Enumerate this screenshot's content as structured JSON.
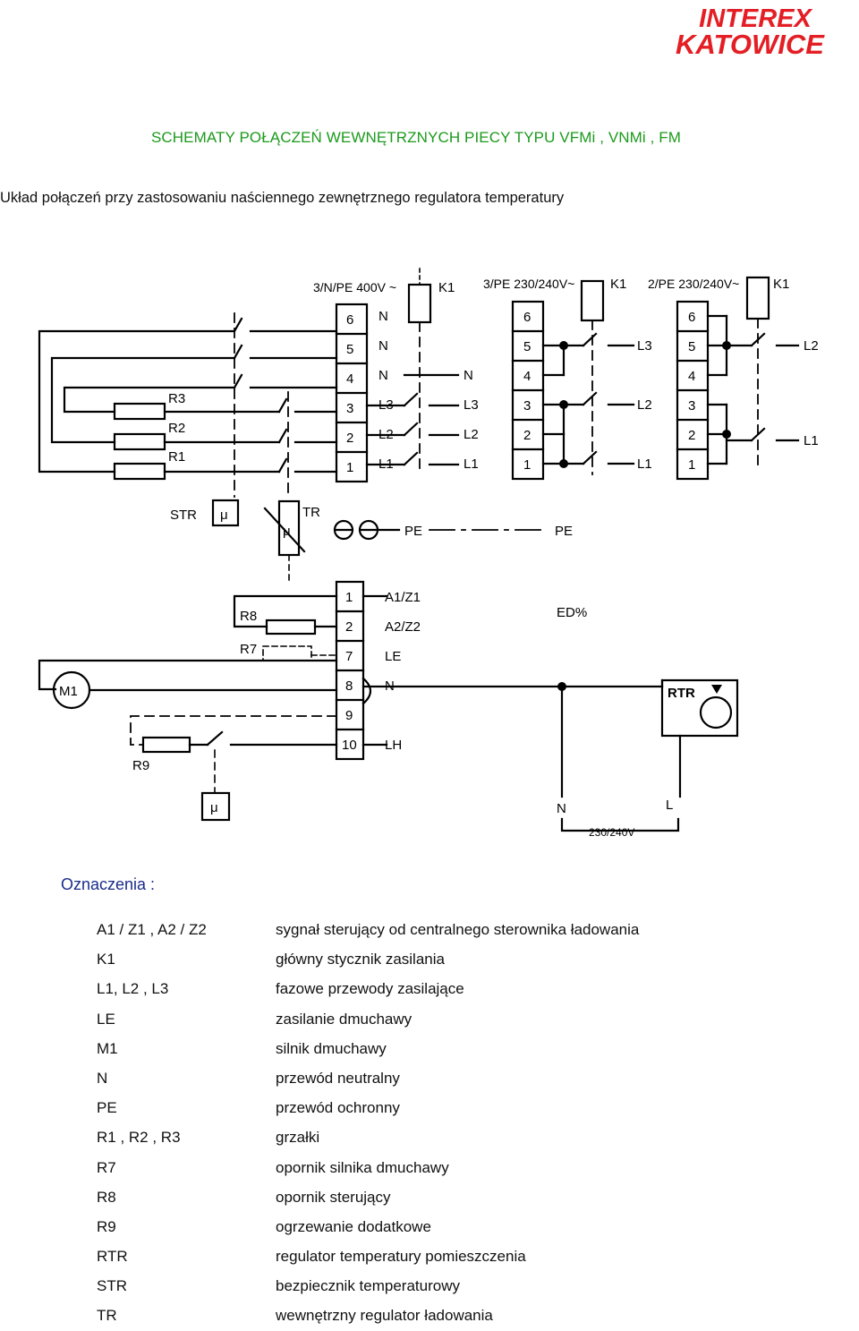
{
  "logo": {
    "line1": "INTEREX",
    "line2": "KATOWICE",
    "color": "#e31e24"
  },
  "header": {
    "title": "SCHEMATY  POŁĄCZEŃ  WEWNĘTRZNYCH  PIECY  TYPU  VFMi , VNMi , FM",
    "subtitle": "Układ połączeń przy zastosowaniu naściennego zewnętrznego regulatora temperatury"
  },
  "diagram": {
    "supply_400": "3/N/PE 400V ~",
    "supply_230_3": "3/PE 230/240V~",
    "supply_230_2": "2/PE 230/240V~",
    "contactor": "K1",
    "terminals_main": [
      "6",
      "5",
      "4",
      "3",
      "2",
      "1"
    ],
    "main_right_labels": [
      "N",
      "N",
      "N",
      "L3",
      "L2",
      "L1"
    ],
    "line_labels": [
      "N",
      "L3",
      "L2",
      "L1"
    ],
    "block2_labels": [
      "L3",
      "L2",
      "L1"
    ],
    "block3_labels": [
      "L2",
      "L1"
    ],
    "heaters": [
      "R3",
      "R2",
      "R1"
    ],
    "str": "STR",
    "tr": "TR",
    "mu": "μ",
    "pe": "PE",
    "control_terminals": [
      "1",
      "2",
      "7",
      "8",
      "9",
      "10"
    ],
    "control_labels": [
      "A1/Z1",
      "A2/Z2",
      "LE",
      "N",
      "",
      "LH"
    ],
    "ed": "ED%",
    "r8": "R8",
    "r7": "R7",
    "r9": "R9",
    "m1": "M1",
    "rtr": "RTR",
    "n": "N",
    "l": "L",
    "voltage": "230/240V"
  },
  "legend": {
    "heading": "Oznaczenia :",
    "items": [
      {
        "code": "A1 / Z1 , A2 / Z2",
        "desc": "sygnał sterujący od centralnego sterownika ładowania"
      },
      {
        "code": "K1",
        "desc": "główny stycznik zasilania"
      },
      {
        "code": "L1, L2 , L3",
        "desc": "fazowe przewody zasilające"
      },
      {
        "code": "LE",
        "desc": "zasilanie dmuchawy"
      },
      {
        "code": "M1",
        "desc": "silnik dmuchawy"
      },
      {
        "code": "N",
        "desc": "przewód neutralny"
      },
      {
        "code": "PE",
        "desc": "przewód ochronny"
      },
      {
        "code": "R1 , R2 , R3",
        "desc": "grzałki"
      },
      {
        "code": "R7",
        "desc": "opornik silnika dmuchawy"
      },
      {
        "code": "R8",
        "desc": "opornik sterujący"
      },
      {
        "code": "R9",
        "desc": "ogrzewanie dodatkowe"
      },
      {
        "code": "RTR",
        "desc": "regulator temperatury pomieszczenia"
      },
      {
        "code": "STR",
        "desc": "bezpiecznik temperaturowy"
      },
      {
        "code": "TR",
        "desc": "wewnętrzny regulator ładowania"
      }
    ]
  }
}
